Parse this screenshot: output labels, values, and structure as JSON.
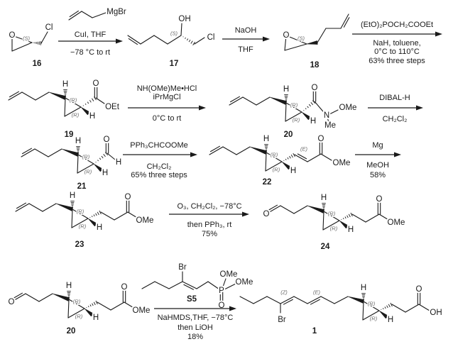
{
  "atoms": {
    "O": "O",
    "Cl": "Cl",
    "H": "H",
    "OMe": "OMe",
    "OEt": "OEt",
    "OH": "OH",
    "N": "N",
    "Me": "Me",
    "Br": "Br",
    "P": "P",
    "MgBr": "MgBr"
  },
  "stereo": {
    "R": "(R)",
    "S": "(S)",
    "E": "(E)",
    "Z": "(Z)"
  },
  "labels": {
    "c16": "16",
    "c17": "17",
    "c18": "18",
    "c19": "19",
    "c20": "20",
    "c21": "21",
    "c22": "22",
    "c23": "23",
    "c24": "24",
    "c20b": "20",
    "cS5": "S5",
    "c1": "1"
  },
  "steps": [
    {
      "above": [
        "CuI, THF"
      ],
      "below": [
        "−78 °C to rt"
      ]
    },
    {
      "above": [
        "NaOH"
      ],
      "below": [
        "THF"
      ]
    },
    {
      "above": [
        "(EtO)₂POCH₂COOEt"
      ],
      "below": [
        "NaH, toluene,",
        "0°C to 110°C",
        "63% three steps"
      ]
    },
    {
      "above": [
        "NH(OMe)Me•HCl",
        "iPrMgCl"
      ],
      "below": [
        "0°C to rt"
      ]
    },
    {
      "above": [
        "DIBAL-H"
      ],
      "below": [
        "CH₂Cl₂"
      ]
    },
    {
      "above": [
        "PPh₃CHCOOMe"
      ],
      "below": [
        "CH₂Cl₂",
        "65% three steps"
      ]
    },
    {
      "above": [
        "Mg"
      ],
      "below": [
        "MeOH",
        "58%"
      ]
    },
    {
      "above": [
        "O₃, CH₂Cl₂, −78°C"
      ],
      "below": [
        "then PPh₃, rt",
        "75%"
      ]
    },
    {
      "above": [],
      "below": [
        "NaHMDS,THF, −78°C",
        "then LiOH",
        "18%"
      ]
    }
  ]
}
